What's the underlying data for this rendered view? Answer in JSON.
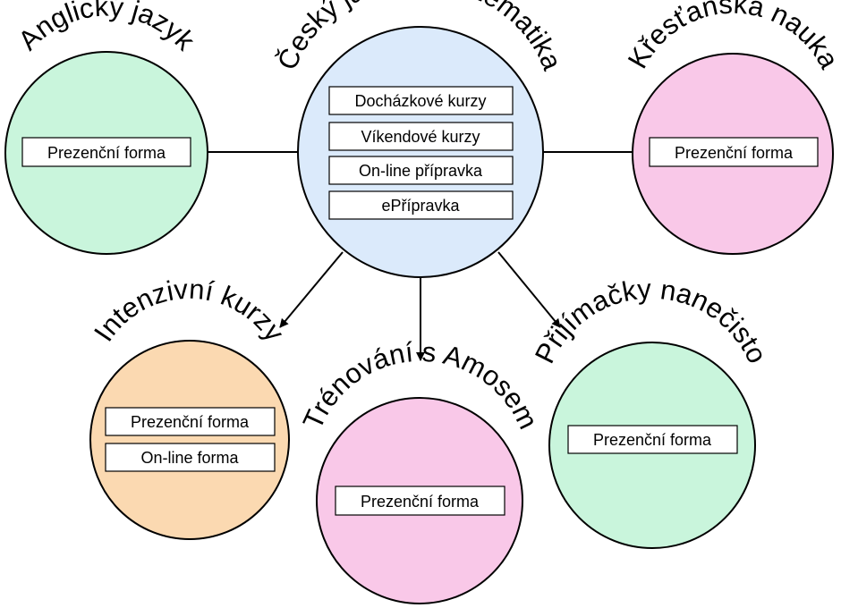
{
  "colors": {
    "green": "#c9f5dc",
    "blue": "#dbeafb",
    "pink": "#f9c8e8",
    "orange": "#fbd9b1"
  },
  "nodes": {
    "center": {
      "title": "Český jazyk a matematika",
      "items": [
        "Docházkové kurzy",
        "Víkendové kurzy",
        "On-line přípravka",
        "ePřípravka"
      ]
    },
    "english": {
      "title": "Anglický jazyk",
      "items": [
        "Prezenční forma"
      ]
    },
    "christian": {
      "title": "Křesťanská nauka",
      "items": [
        "Prezenční forma"
      ]
    },
    "intensive": {
      "title": "Intenzivní kurzy",
      "items": [
        "Prezenční forma",
        "On-line forma"
      ]
    },
    "amos": {
      "title": "Trénování s Amosem",
      "items": [
        "Prezenční forma"
      ]
    },
    "mock": {
      "title": "Přijímačky nanečisto",
      "items": [
        "Prezenční forma"
      ]
    }
  }
}
